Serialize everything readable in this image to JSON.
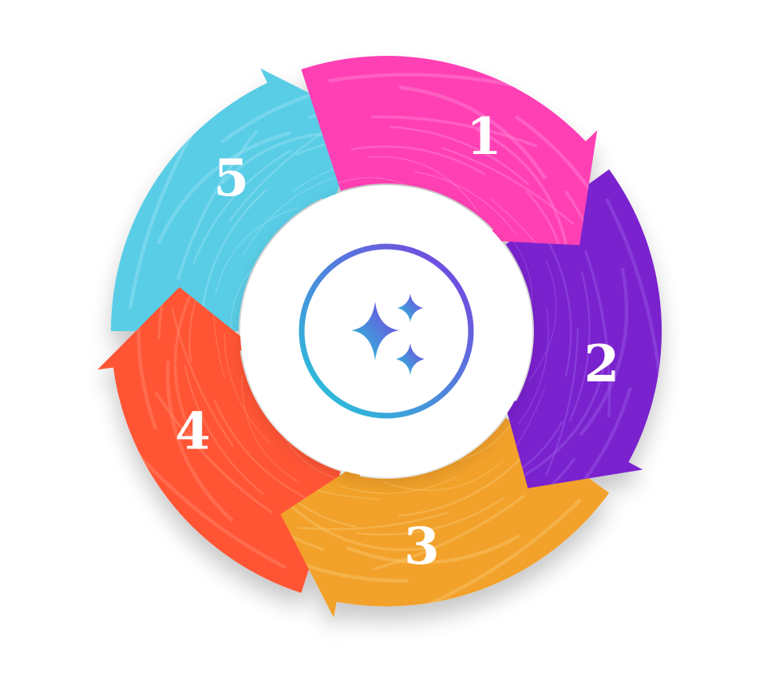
{
  "diagram": {
    "type": "cycle",
    "center_icon": "sparkles-icon",
    "center_colors": {
      "gradient_start": "#22CCD8",
      "gradient_end": "#7D3BE0"
    },
    "segments": [
      {
        "number": "1",
        "color": "#FF3FB4",
        "color_light": "#FF7AD0"
      },
      {
        "number": "2",
        "color": "#7A20CE",
        "color_light": "#9350E0"
      },
      {
        "number": "3",
        "color": "#F2A12A",
        "color_light": "#F8C160"
      },
      {
        "number": "4",
        "color": "#FF5436",
        "color_light": "#FF8060"
      },
      {
        "number": "5",
        "color": "#5ACDE6",
        "color_light": "#8ADFF0"
      }
    ]
  }
}
